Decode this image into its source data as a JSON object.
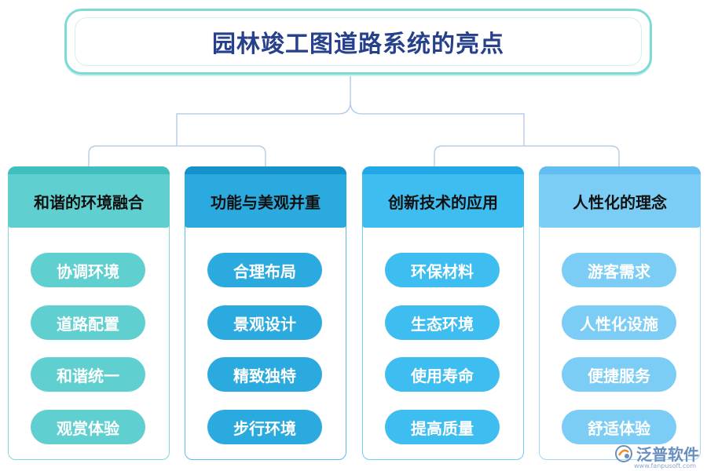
{
  "title": "园林竣工图道路系统的亮点",
  "columns": [
    {
      "heading": "和谐的环境融合",
      "items": [
        "协调环境",
        "道路配置",
        "和谐统一",
        "观赏体验"
      ],
      "color_head": "#5fd0cf",
      "color_bar": "#40bfbf",
      "color_pill": "#5fd0cf",
      "color_border": "#7fd9d6"
    },
    {
      "heading": "功能与美观并重",
      "items": [
        "合理布局",
        "景观设计",
        "精致独特",
        "步行环境"
      ],
      "color_head": "#2aaade",
      "color_bar": "#1591cc",
      "color_pill": "#2aaade",
      "color_border": "#5bbde6"
    },
    {
      "heading": "创新技术的应用",
      "items": [
        "环保材料",
        "生态环境",
        "使用寿命",
        "提高质量"
      ],
      "color_head": "#3dbdf0",
      "color_bar": "#22a8e6",
      "color_pill": "#3dbdf0",
      "color_border": "#6ccdf2"
    },
    {
      "heading": "人性化的理念",
      "items": [
        "游客需求",
        "人性化设施",
        "便捷服务",
        "舒适体验"
      ],
      "color_head": "#7ccdf5",
      "color_bar": "#62bdf0",
      "color_pill": "#7ccdf5",
      "color_border": "#9ed9f6"
    }
  ],
  "watermark": {
    "brand": "泛普软件",
    "url": "www.fanpusoft.com"
  },
  "colors": {
    "title_text": "#26408b",
    "connector": "#b9cfe6"
  }
}
